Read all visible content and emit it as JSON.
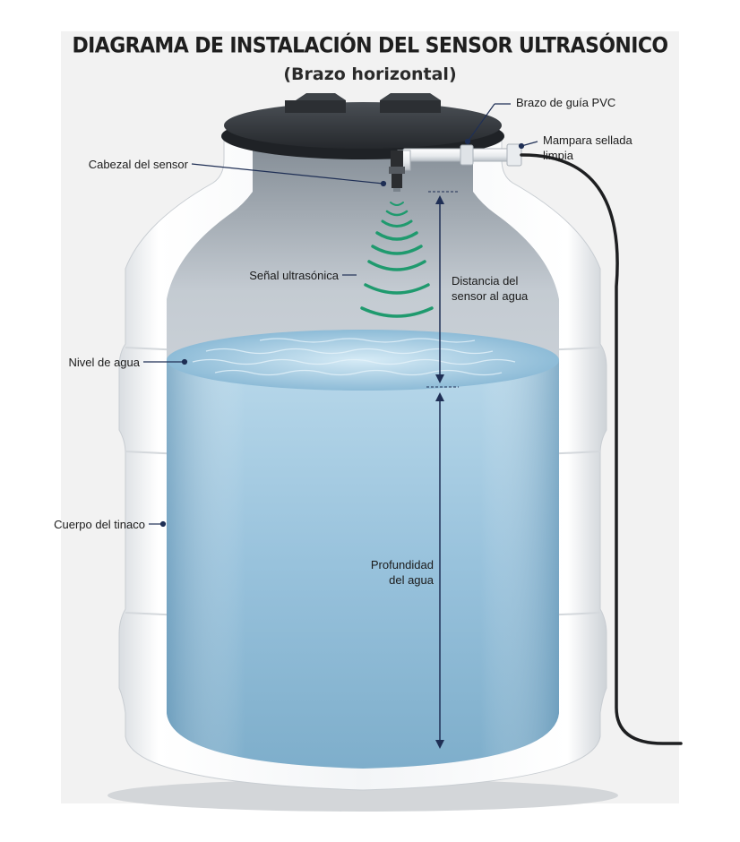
{
  "diagram": {
    "title": "DIAGRAMA DE INSTALACIÓN DEL SENSOR ULTRASÓNICO",
    "subtitle": "(Brazo horizontal)"
  },
  "labels": {
    "arm": "Brazo de guía PVC",
    "gasket_line1": "Mampara sellada",
    "gasket_line2": "limpia",
    "sensor_head": "Cabezal del sensor",
    "signal": "Señal ultrasónica",
    "distance_line1": "Distancia del",
    "distance_line2": "sensor al agua",
    "water_level": "Nivel de agua",
    "tank_body": "Cuerpo del tinaco",
    "depth_line1": "Profundidad",
    "depth_line2": "del agua"
  },
  "colors": {
    "navy": "#1f2f55",
    "signal_green": "#1f9a6e",
    "water": "#a9cde0",
    "tank": "#f4f6f8",
    "lid": "#3a3e43"
  }
}
